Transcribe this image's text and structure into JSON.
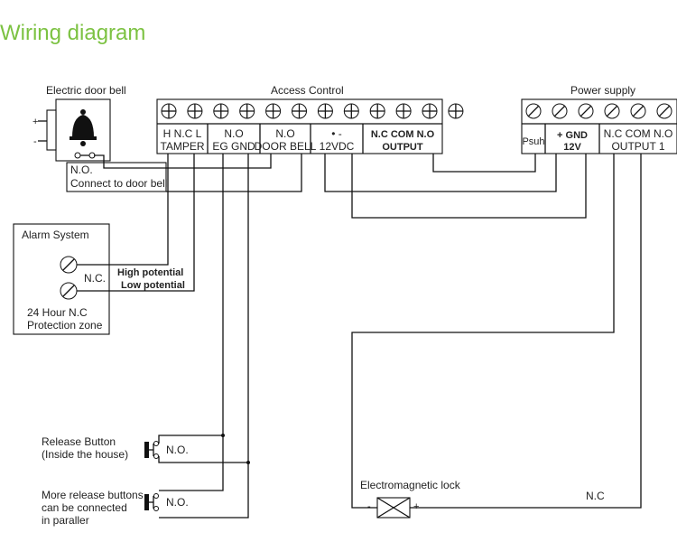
{
  "title": "Wiring diagram",
  "door_bell": {
    "label": "Electric door bell",
    "no_label": "N.O.",
    "connect_label": "Connect to door bell"
  },
  "access_control": {
    "label": "Access Control",
    "terminal_count": 12,
    "groups": [
      {
        "top": "H N.C L",
        "bottom": "TAMPER"
      },
      {
        "top": "N.O",
        "bottom": "EG GND"
      },
      {
        "top": "N.O",
        "bottom": "DOOR BELL"
      },
      {
        "top": "•     -",
        "bottom": "12VDC"
      },
      {
        "top": "N.C COM N.O",
        "bottom": "OUTPUT"
      }
    ]
  },
  "power_supply": {
    "label": "Power supply",
    "terminal_count": 6,
    "groups": [
      {
        "top": "Psuh",
        "bottom": ""
      },
      {
        "top": "+  GND",
        "bottom": "12V"
      },
      {
        "top": "N.C COM N.O",
        "bottom": "OUTPUT 1"
      }
    ]
  },
  "alarm": {
    "label": "Alarm System",
    "nc_label": "N.C.",
    "high": "High potential",
    "low": "Low potential",
    "zone_line1": "24 Hour N.C",
    "zone_line2": "Protection zone"
  },
  "release_button": {
    "line1": "Release Button",
    "line2": "(Inside the house)",
    "no_label": "N.O."
  },
  "more_buttons": {
    "line1": "More release buttons",
    "line2": "can be connected",
    "line3": "in paraller",
    "no_label": "N.O."
  },
  "lock": {
    "label": "Electromagnetic lock",
    "minus": "-",
    "plus": "+",
    "nc_label": "N.C"
  }
}
